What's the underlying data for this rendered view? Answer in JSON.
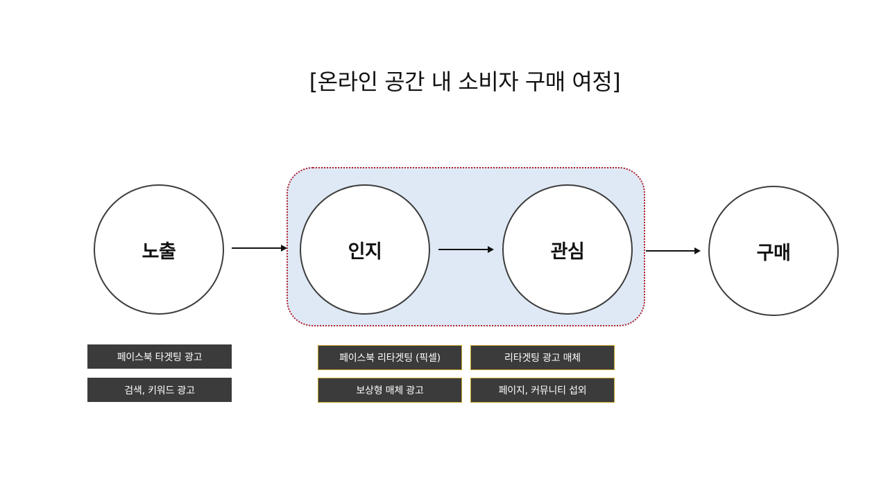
{
  "title": "[온라인 공간 내 소비자 구매 여정]",
  "stages": [
    {
      "id": "exposure",
      "label": "노출"
    },
    {
      "id": "awareness",
      "label": "인지"
    },
    {
      "id": "interest",
      "label": "관심"
    },
    {
      "id": "purchase",
      "label": "구매"
    }
  ],
  "channels": {
    "exposure": [
      "페이스북 타겟팅 광고",
      "검색, 키워드 광고"
    ],
    "awareness": [
      "페이스북 리타겟팅 (픽셀)",
      "보상형 매체 광고"
    ],
    "interest": [
      "리타겟팅 광고 매체",
      "페이지, 커뮤니티 섭외"
    ]
  },
  "colors": {
    "highlight_fill": "#dfe9f5",
    "highlight_border": "#b0202a",
    "tag_fill": "#3b3b3b",
    "tag_border_gold": "#c9a227",
    "circle_stroke": "#3c3c3c"
  },
  "icons": {
    "arrow": "arrow-right-icon"
  }
}
